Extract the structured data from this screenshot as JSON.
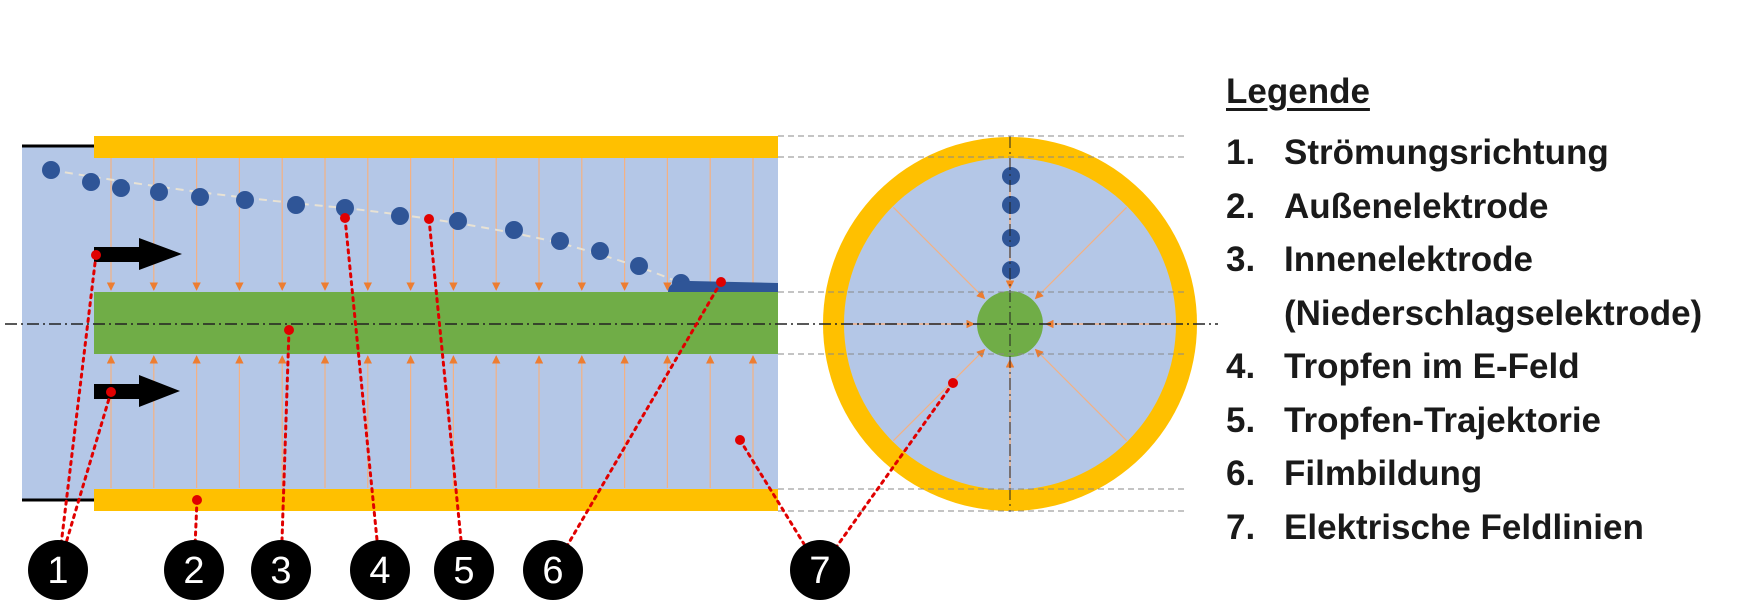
{
  "legend": {
    "title": "Legende",
    "items": [
      {
        "number": "1.",
        "text": "Strömungsrichtung"
      },
      {
        "number": "2.",
        "text": "Außenelektrode"
      },
      {
        "number": "3.",
        "text": "Innenelektrode\n(Niederschlagselektrode)"
      },
      {
        "number": "4.",
        "text": "Tropfen im E-Feld"
      },
      {
        "number": "5.",
        "text": "Tropfen-Trajektorie"
      },
      {
        "number": "6.",
        "text": "Filmbildung"
      },
      {
        "number": "7.",
        "text": "Elektrische Feldlinien"
      }
    ]
  },
  "markers": [
    "1",
    "2",
    "3",
    "4",
    "5",
    "6",
    "7"
  ],
  "colors": {
    "gas": "#b4c7e7",
    "outer_electrode": "#ffc000",
    "inner_electrode": "#70ad47",
    "droplet": "#2f5597",
    "field_line": "#f4b183",
    "field_arrow": "#ed7d31",
    "pointer": "#e00000",
    "marker_fill": "#000000",
    "marker_text": "#ffffff",
    "flow_arrow": "#000000"
  },
  "icons": [
    "flow-arrow-icon",
    "droplet-icon",
    "numbered-marker-icon"
  ]
}
